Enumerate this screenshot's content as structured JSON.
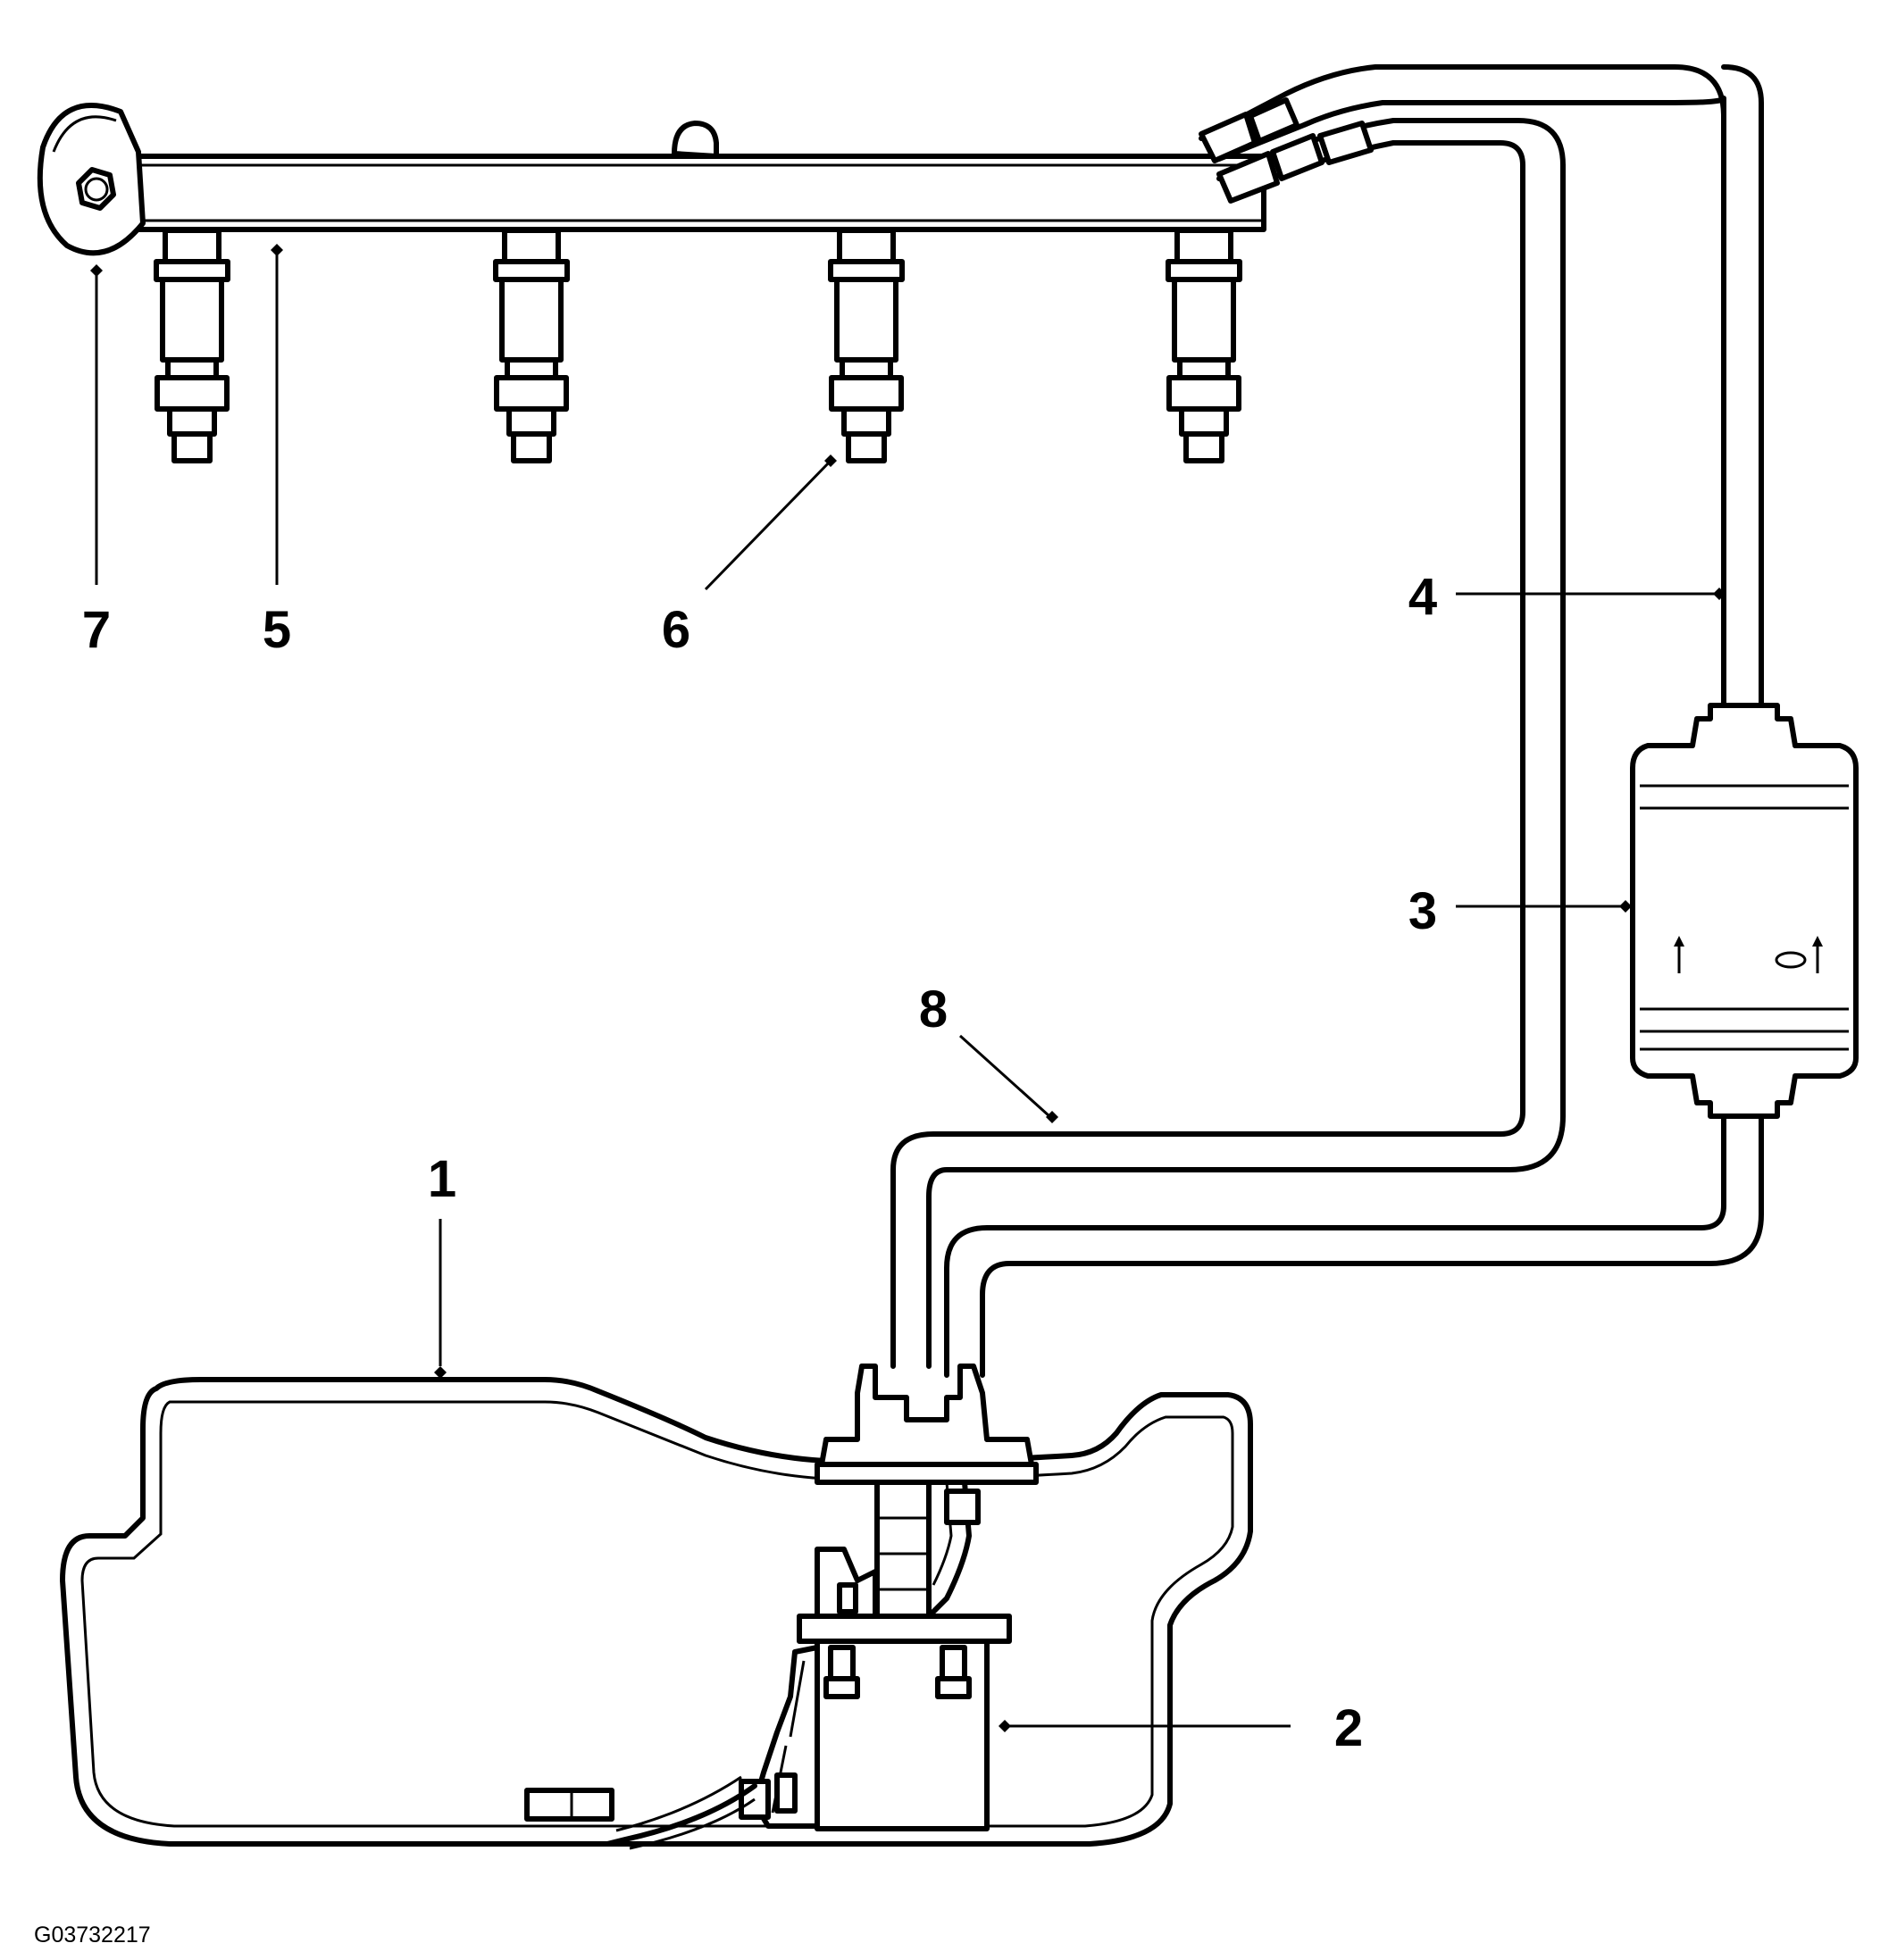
{
  "diagram": {
    "callouts": [
      {
        "id": "1",
        "label": "1"
      },
      {
        "id": "2",
        "label": "2"
      },
      {
        "id": "3",
        "label": "3"
      },
      {
        "id": "4",
        "label": "4"
      },
      {
        "id": "5",
        "label": "5"
      },
      {
        "id": "6",
        "label": "6"
      },
      {
        "id": "7",
        "label": "7"
      },
      {
        "id": "8",
        "label": "8"
      }
    ],
    "reference_code": "G03732217"
  }
}
